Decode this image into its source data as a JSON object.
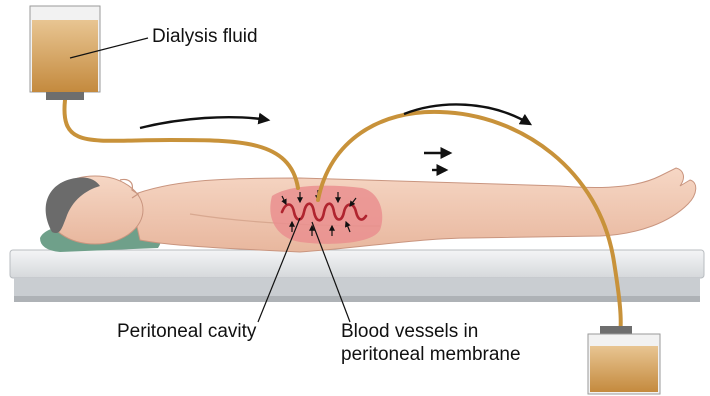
{
  "labels": {
    "dialysis_fluid": "Dialysis fluid",
    "peritoneal_cavity": "Peritoneal cavity",
    "blood_vessels_line1": "Blood vessels in",
    "blood_vessels_line2": "peritoneal membrane"
  },
  "colors": {
    "tubing": "#c8923a",
    "fluid": "#d6a45a",
    "skin": "#f3cdb8",
    "cavity": "#ea8f8f",
    "vessels": "#b0242f",
    "table": "#e9ebed",
    "pillow": "#6fa08a",
    "hair": "#6b6b6b"
  }
}
